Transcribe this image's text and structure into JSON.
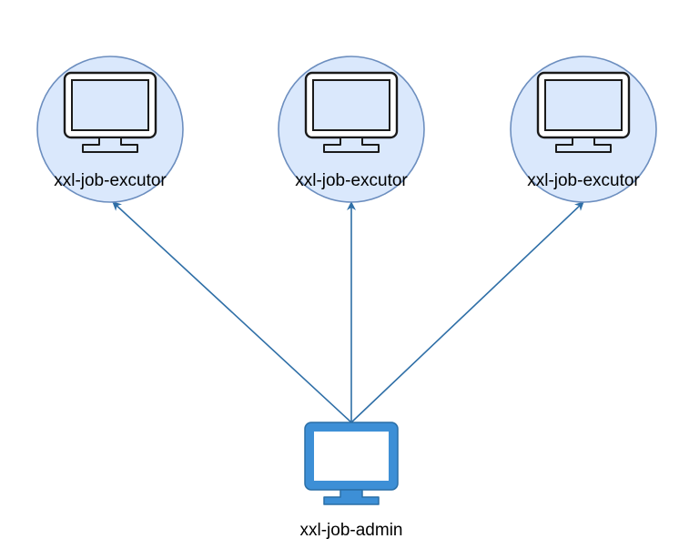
{
  "diagram": {
    "nodes": [
      {
        "id": "executor-1",
        "label": "xxl-job-excutor",
        "kind": "executor"
      },
      {
        "id": "executor-2",
        "label": "xxl-job-excutor",
        "kind": "executor"
      },
      {
        "id": "executor-3",
        "label": "xxl-job-excutor",
        "kind": "executor"
      },
      {
        "id": "admin",
        "label": "xxl-job-admin",
        "kind": "admin"
      }
    ],
    "edges": [
      {
        "from": "admin",
        "to": "executor-1"
      },
      {
        "from": "admin",
        "to": "executor-2"
      },
      {
        "from": "admin",
        "to": "executor-3"
      }
    ],
    "icons": {
      "executor": "monitor-icon",
      "admin": "monitor-icon"
    },
    "colors": {
      "circle_fill": "#dae8fc",
      "circle_stroke": "#6c8ebf",
      "executor_monitor_stroke": "#1a1a1a",
      "executor_monitor_screen": "#dae8fc",
      "admin_monitor_fill": "#3d8fd6",
      "admin_monitor_stroke": "#2a6ea6",
      "admin_monitor_screen": "#ffffff",
      "edge": "#2f6fa7"
    }
  }
}
